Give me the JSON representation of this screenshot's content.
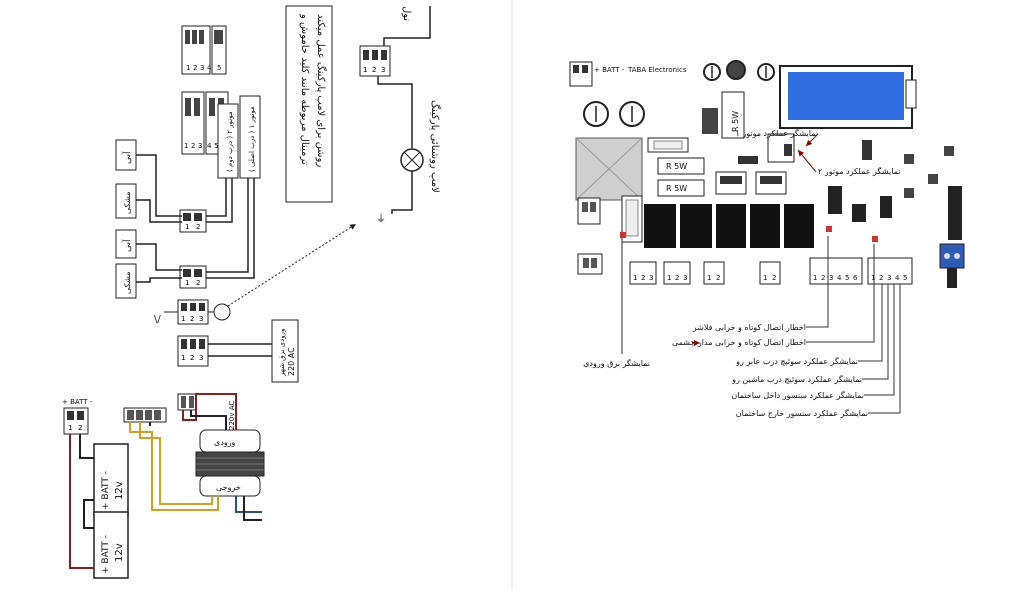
{
  "left_page": {
    "rotated_note": [
      "ترمینال مربوطه مانند کلید خاموش و",
      "روشن برای لامپ پارکینگ عمل میکند"
    ],
    "neutral_label": "نول",
    "lamp_label": "لامپ روشنائی پارکینگ",
    "motor2_label": "موتور ۲ ( درب دوم )",
    "motor1_label": "موتور ۱ ( درب اصلی )",
    "wire_blue_1": "آبی",
    "wire_black_1": "مشکی",
    "wire_blue_2": "آبی",
    "wire_black_2": "مشکی",
    "city_power_label": [
      "ورودی برق شهر",
      "220 AC"
    ],
    "batt_label": "+ BATT -",
    "battery_1": [
      "+ BATT -",
      "12v"
    ],
    "battery_2": [
      "+ BATT -",
      "12v"
    ],
    "transformer_in": "ورودی",
    "transformer_out": "خروجی",
    "ac_label": "220v AC",
    "relay_symbol": "\\/",
    "term_12": [
      "1",
      "2"
    ],
    "term_123": [
      "1",
      "2",
      "3"
    ],
    "term_123456": [
      "1",
      "2",
      "3",
      "4",
      "5",
      "6"
    ],
    "term_12345": [
      "1",
      "2",
      "3",
      "4",
      "5"
    ]
  },
  "right_page": {
    "brand": "TABA Electronics",
    "batt_label": "+ BATT -",
    "resistor_labels": [
      "R 5W",
      "R 5W",
      "R 5W"
    ],
    "annotations_top": [
      "نمایشگر عملکرد موتور ۱",
      "نمایشگر عملکرد موتور ۲"
    ],
    "annotations_bottom": [
      "اخطار اتصال کوتاه و خرابی فلاشر",
      "اخطار اتصال کوتاه و خرابی مدار چشمی",
      "نمایشگر عملکرد سوئیچ درب عابر رو",
      "نمایشگر عملکرد سوئیچ درب ماشین رو",
      "نمایشگر عملکرد سنسور داخل ساختمان",
      "نمایشگر عملکرد سنسور خارج ساختمان"
    ],
    "power_indicator": "نمایشگر برق ورودی"
  },
  "colors": {
    "lcd": "#2f6de0",
    "relay": "#111111",
    "wire_red": "#8a1f1f",
    "wire_yellow": "#d8a020",
    "wire_blue": "#2b4a9a",
    "terminal_blue": "#2d5bb5",
    "annotation_red": "#8b0000"
  }
}
